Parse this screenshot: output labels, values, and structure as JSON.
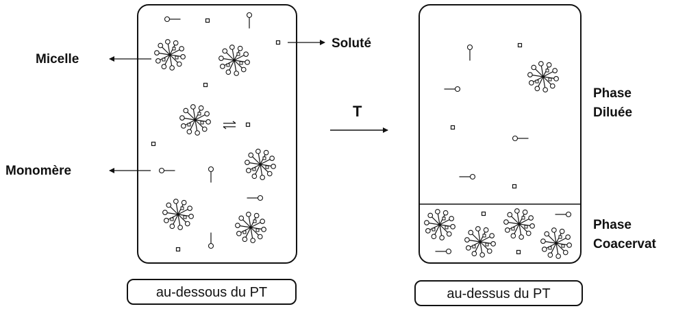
{
  "labels": {
    "micelle": "Micelle",
    "solute": "Soluté",
    "monomer": "Monomère",
    "temperature": "T",
    "phase_diluee_line1": "Phase",
    "phase_diluee_line2": "Diluée",
    "phase_coacervat_line1": "Phase",
    "phase_coacervat_line2": "Coacervat",
    "below_caption": "au-dessous du PT",
    "above_caption": "au-dessus du PT"
  },
  "colors": {
    "ink": "#111111",
    "background": "#ffffff"
  }
}
